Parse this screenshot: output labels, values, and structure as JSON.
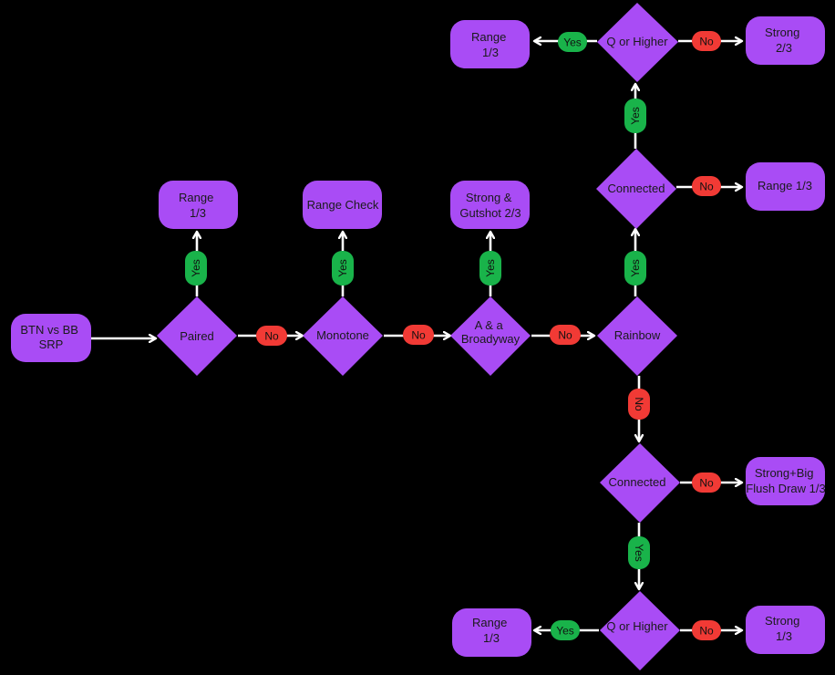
{
  "colors": {
    "background": "#000000",
    "node": "#a94cf5",
    "yes_tag": "#19b34a",
    "no_tag": "#f13a35",
    "arrow": "#ffffff"
  },
  "nodes": {
    "start": [
      "BTN vs BB",
      "SRP"
    ],
    "paired": [
      "Paired"
    ],
    "paired_yes": [
      "Range",
      "1/3"
    ],
    "monotone": [
      "Monotone"
    ],
    "monotone_yes": [
      "Range Check"
    ],
    "a_broadway": [
      "A & a",
      "Broadyway"
    ],
    "a_broadway_yes": [
      "Strong &",
      "Gutshot 2/3"
    ],
    "rainbow": [
      "Rainbow"
    ],
    "rb_connected": [
      "Connected"
    ],
    "rb_connected_no": [
      "Range 1/3"
    ],
    "rb_q_higher": [
      "Q or Higher"
    ],
    "rb_q_yes": [
      "Range",
      "1/3"
    ],
    "rb_q_no": [
      "Strong",
      "2/3"
    ],
    "nr_connected": [
      "Connected"
    ],
    "nr_connected_no": [
      "Strong+Big",
      "Flush Draw 1/3"
    ],
    "nr_q_higher": [
      "Q or Higher"
    ],
    "nr_q_yes": [
      "Range",
      "1/3"
    ],
    "nr_q_no": [
      "Strong",
      "1/3"
    ]
  },
  "tags": {
    "yes": "Yes",
    "no": "No"
  }
}
